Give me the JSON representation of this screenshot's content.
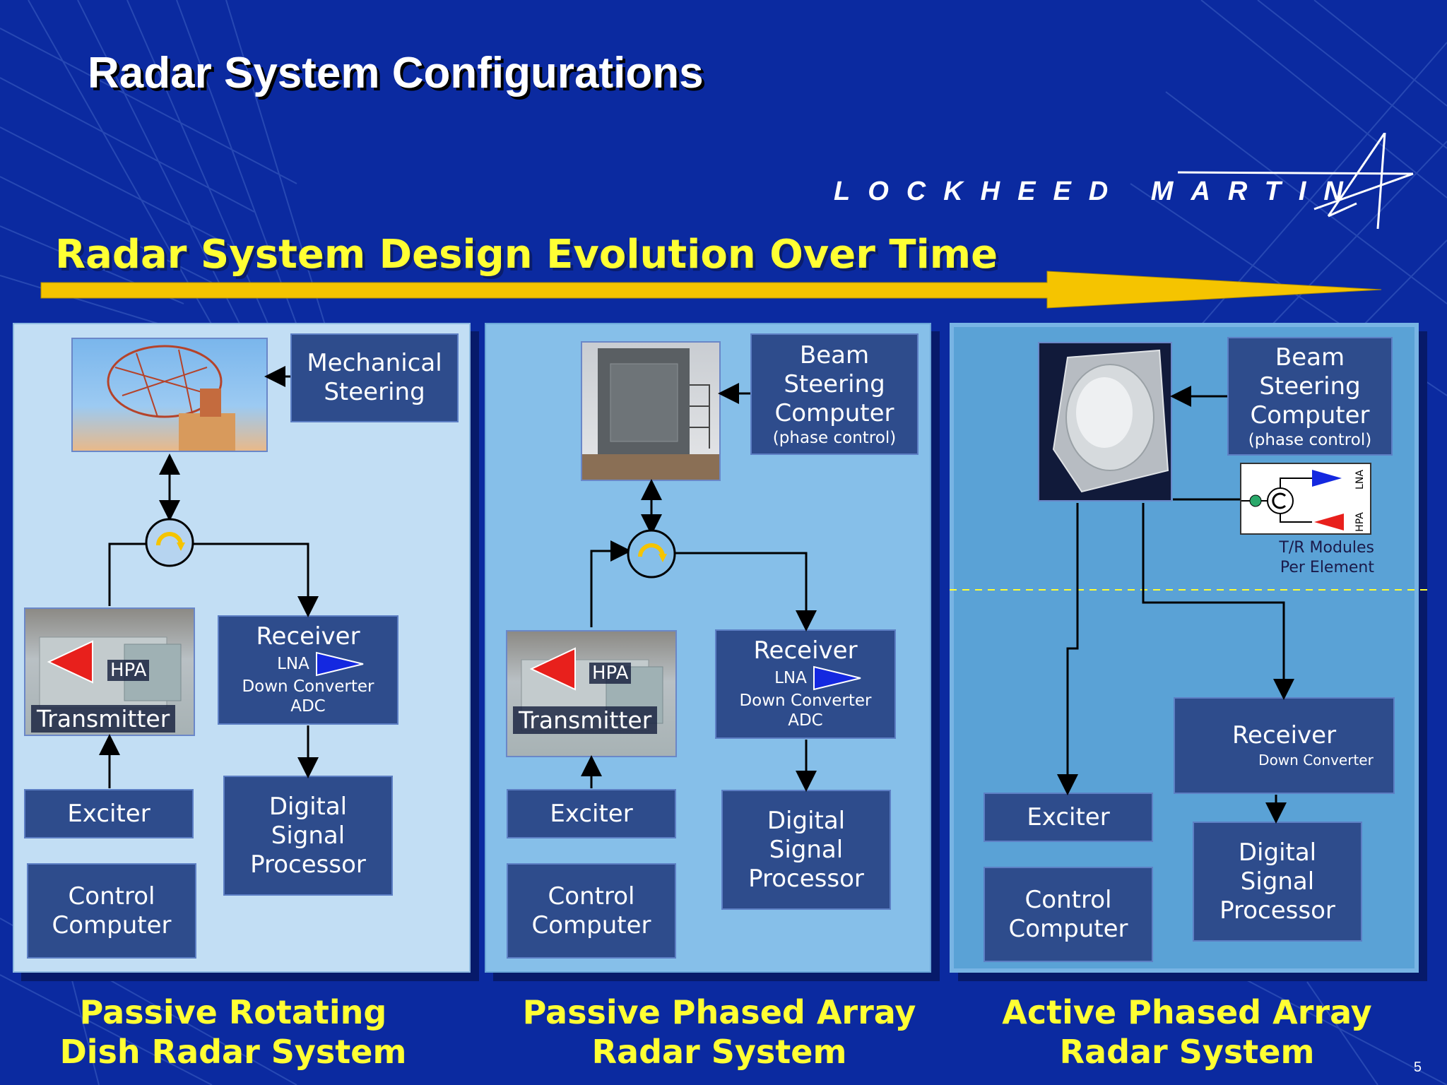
{
  "slide": {
    "title": "Radar System Configurations",
    "brand": "LOCKHEED MARTIN",
    "evolution_label": "Radar System Design Evolution Over Time",
    "page_number": "5"
  },
  "panel1": {
    "caption_line1": "Passive Rotating",
    "caption_line2": "Dish Radar System",
    "steering_line1": "Mechanical",
    "steering_line2": "Steering",
    "transmitter": "Transmitter",
    "hpa": "HPA",
    "receiver": "Receiver",
    "lna": "LNA",
    "down_converter": "Down Converter",
    "adc": "ADC",
    "exciter": "Exciter",
    "control_line1": "Control",
    "control_line2": "Computer",
    "dsp_line1": "Digital",
    "dsp_line2": "Signal",
    "dsp_line3": "Processor"
  },
  "panel2": {
    "caption_line1": "Passive Phased Array",
    "caption_line2": "Radar System",
    "bsc_line1": "Beam",
    "bsc_line2": "Steering",
    "bsc_line3": "Computer",
    "bsc_note": "(phase control)",
    "transmitter": "Transmitter",
    "hpa": "HPA",
    "receiver": "Receiver",
    "lna": "LNA",
    "down_converter": "Down Converter",
    "adc": "ADC",
    "exciter": "Exciter",
    "control_line1": "Control",
    "control_line2": "Computer",
    "dsp_line1": "Digital",
    "dsp_line2": "Signal",
    "dsp_line3": "Processor"
  },
  "panel3": {
    "caption_line1": "Active Phased Array",
    "caption_line2": "Radar System",
    "bsc_line1": "Beam",
    "bsc_line2": "Steering",
    "bsc_line3": "Computer",
    "bsc_note": "(phase control)",
    "tr_lna": "LNA",
    "tr_hpa": "HPA",
    "tr_caption_line1": "T/R Modules",
    "tr_caption_line2": "Per Element",
    "receiver": "Receiver",
    "down_converter": "Down Converter",
    "exciter": "Exciter",
    "control_line1": "Control",
    "control_line2": "Computer",
    "dsp_line1": "Digital",
    "dsp_line2": "Signal",
    "dsp_line3": "Processor"
  },
  "colors": {
    "background": "#0b2aa0",
    "accent_yellow": "#ffff33",
    "arrow_yellow": "#f5c400",
    "box_fill": "#2e4c8c",
    "panel1": "#c2def4",
    "panel2": "#86bfe9",
    "panel3": "#5aa2d6",
    "hpa_triangle": "#e8201c",
    "lna_triangle": "#1428e0"
  }
}
